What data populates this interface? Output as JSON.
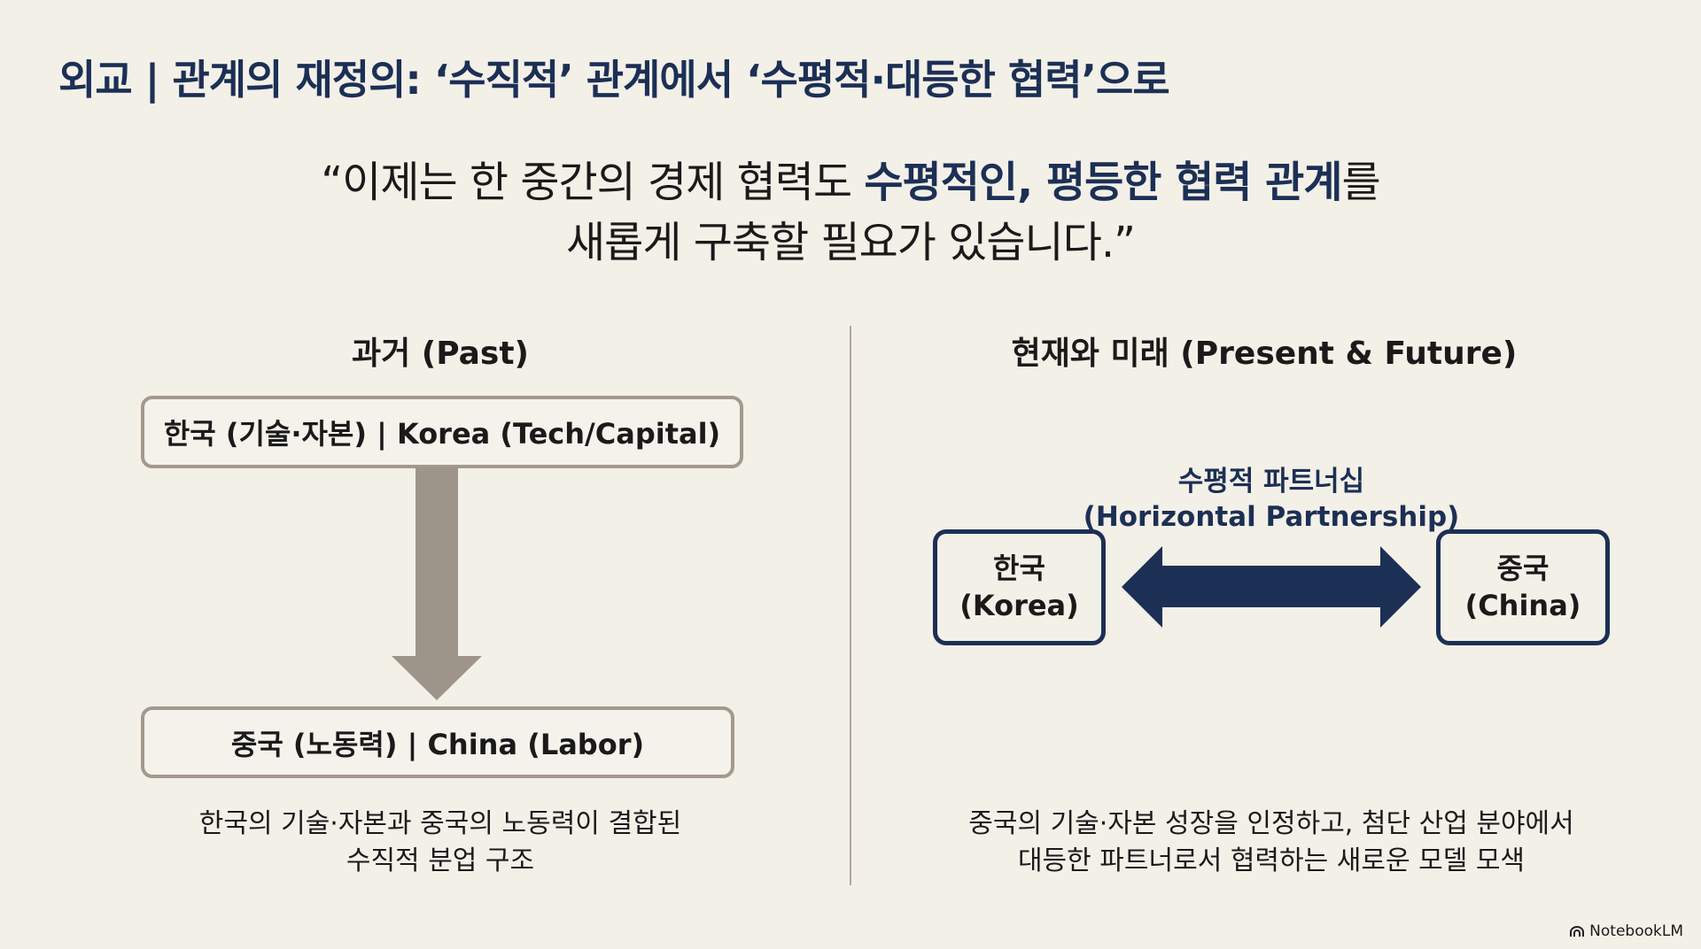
{
  "title": "외교 | 관계의 재정의: ‘수직적’ 관계에서 ‘수평적·대등한 협력’으로",
  "quote": {
    "line1_pre": "“이제는 한 중간의 경제 협력도 ",
    "line1_highlight": "수평적인, 평등한 협력 관계",
    "line1_post": "를",
    "line2": "새롭게 구축할 필요가 있습니다.”"
  },
  "past": {
    "heading": "과거 (Past)",
    "top_box": "한국 (기술·자본) | Korea (Tech/Capital)",
    "bottom_box": "중국 (노동력) | China (Labor)",
    "caption_line1": "한국의 기술·자본과 중국의 노동력이 결합된",
    "caption_line2": "수직적 분업 구조",
    "arrow_color": "#9e958a"
  },
  "present": {
    "heading": "현재와 미래 (Present & Future)",
    "partnership_ko": "수평적 파트너십",
    "partnership_en": "(Horizontal Partnership)",
    "korea_ko": "한국",
    "korea_en": "(Korea)",
    "china_ko": "중국",
    "china_en": "(China)",
    "caption_line1": "중국의 기술·자본 성장을 인정하고, 첨단 산업 분야에서",
    "caption_line2": "대등한 파트너로서 협력하는 새로운 모델 모색",
    "arrow_color": "#1c2f55"
  },
  "brand": "NotebookLM"
}
